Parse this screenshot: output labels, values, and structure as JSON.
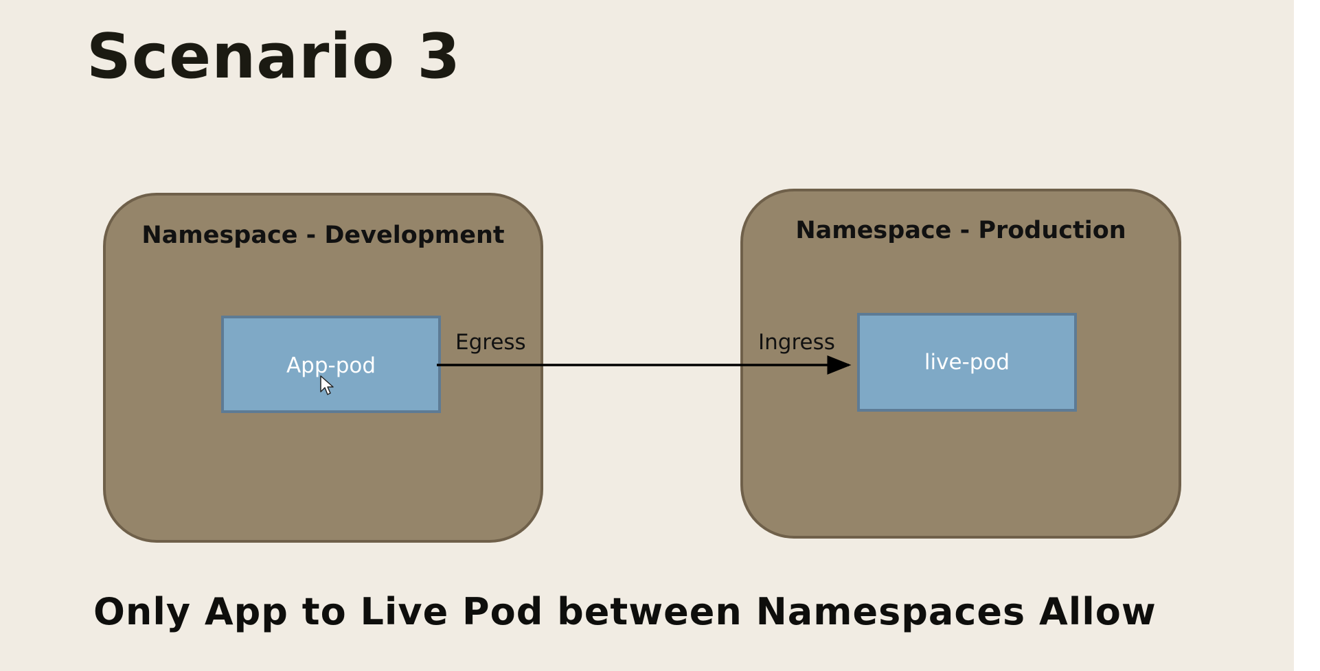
{
  "slide": {
    "title": "Scenario 3",
    "caption": "Only App to Live Pod between Namespaces Allow"
  },
  "diagram": {
    "namespaces": [
      {
        "label": "Namespace - Development",
        "pod": "App-pod"
      },
      {
        "label": "Namespace - Production",
        "pod": "live-pod"
      }
    ],
    "connection": {
      "from_label": "Egress",
      "to_label": "Ingress",
      "direction": "App-pod -> live-pod"
    },
    "colors": {
      "background": "#f1ece3",
      "namespace_fill": "#95856a",
      "namespace_border": "#6f604a",
      "pod_fill": "#7fa9c6",
      "pod_border": "#5d7b95",
      "arrow": "#000000"
    },
    "pointer_icon": "mouse-cursor-icon"
  }
}
